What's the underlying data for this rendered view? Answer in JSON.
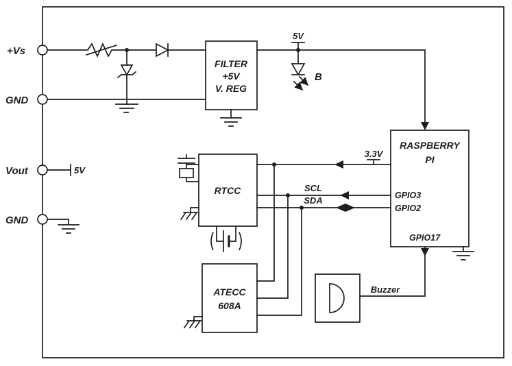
{
  "terminals": {
    "vs": {
      "label": "+Vs"
    },
    "gnd_top": {
      "label": "GND"
    },
    "vout": {
      "label": "Vout"
    },
    "gnd_bottom": {
      "label": "GND"
    }
  },
  "blocks": {
    "filter": {
      "line1": "FILTER",
      "line2": "+5V",
      "line3": "V. REG"
    },
    "raspberry_pi": {
      "line1": "RASPBERRY",
      "line2": "PI",
      "gpio3": "GPIO3",
      "gpio2": "GPIO2",
      "gpio17": "GPIO17"
    },
    "rtcc": {
      "label": "RTCC"
    },
    "atecc": {
      "line1": "ATECC",
      "line2": "608A"
    }
  },
  "nets": {
    "rail_5v": "5V",
    "led": "B",
    "rail_3v3": "3.3V",
    "scl": "SCL",
    "sda": "SDA",
    "vout_5v": "5V",
    "buzzer": "Buzzer"
  },
  "colors": {
    "wire": "#1d1d1d",
    "background": "#ffffff"
  }
}
